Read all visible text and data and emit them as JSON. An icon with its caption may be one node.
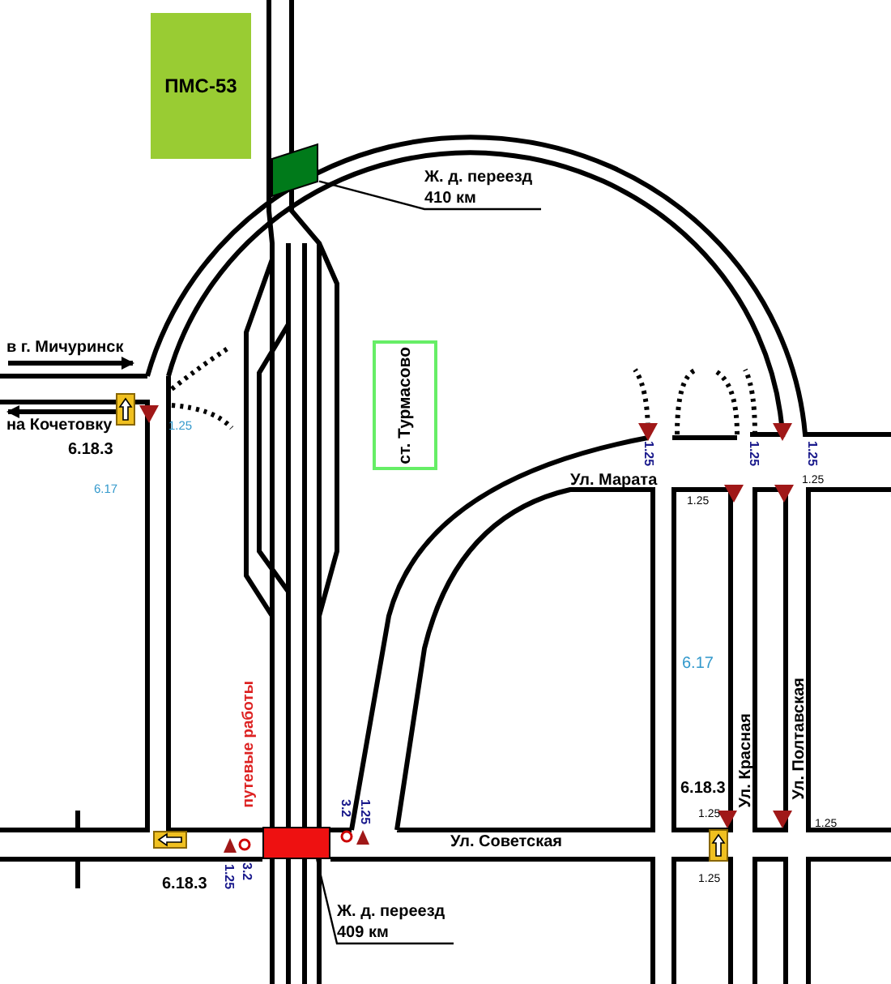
{
  "diagram": {
    "nodes": [
      {
        "text": [
          "ПМС-53"
        ]
      },
      {
        "text": [
          "ст. Турмасово"
        ]
      },
      {
        "text": [
          "Ж. д. переезд 410 км"
        ]
      },
      {
        "text": [],
        "shape": "box"
      },
      {
        "text": [
          "Ж. д. переезд 409 км"
        ]
      },
      {
        "text": [],
        "shape": "box"
      }
    ],
    "edges": [
      {
        "from": 2,
        "to": 3,
        "arrow": "none"
      },
      {
        "from": 4,
        "to": 5,
        "arrow": "none"
      }
    ],
    "labels": [
      "в г. Мичуринск",
      "на Кочетовку",
      "1.25",
      "6.18.3",
      "6.17",
      "1.25",
      "1.25",
      "Ул. Марата",
      "1.25",
      "1.25",
      "1.25",
      "6.17",
      "путевые работы",
      "Ул. Красная",
      "Ул. Полтавская",
      "6.18.3",
      "1.25",
      "1.25",
      "3.2",
      "1.25",
      "Ул. Советская",
      "3.2",
      "1.25",
      "6.18.3",
      "1.25"
    ]
  }
}
